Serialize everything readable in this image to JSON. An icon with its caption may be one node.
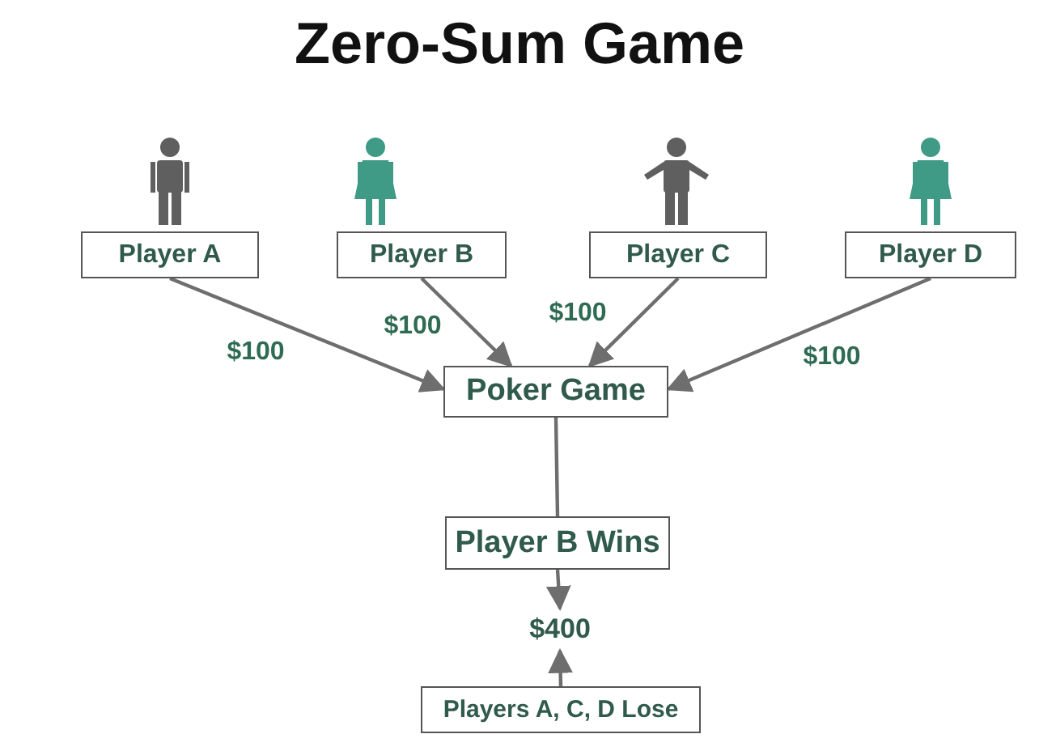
{
  "diagram": {
    "title": "Zero-Sum Game",
    "nodes": [
      {
        "text": [
          "Player A"
        ]
      },
      {
        "text": [
          "Player B"
        ]
      },
      {
        "text": [
          "Player C"
        ]
      },
      {
        "text": [
          "Player D"
        ]
      },
      {
        "text": [
          "Poker Game"
        ]
      },
      {
        "text": [
          "Player B Wins"
        ]
      },
      {
        "text": [
          "$400"
        ]
      },
      {
        "text": [
          "Players A, C, D Lose"
        ]
      }
    ],
    "edges": [
      {
        "from": 0,
        "to": 4,
        "arrow": "to",
        "label": "$100"
      },
      {
        "from": 1,
        "to": 4,
        "arrow": "to",
        "label": "$100"
      },
      {
        "from": 2,
        "to": 4,
        "arrow": "to",
        "label": "$100"
      },
      {
        "from": 3,
        "to": 4,
        "arrow": "to",
        "label": "$100"
      },
      {
        "from": 4,
        "to": 5,
        "arrow": "none"
      },
      {
        "from": 5,
        "to": 6,
        "arrow": "to"
      },
      {
        "from": 7,
        "to": 6,
        "arrow": "to"
      }
    ]
  }
}
